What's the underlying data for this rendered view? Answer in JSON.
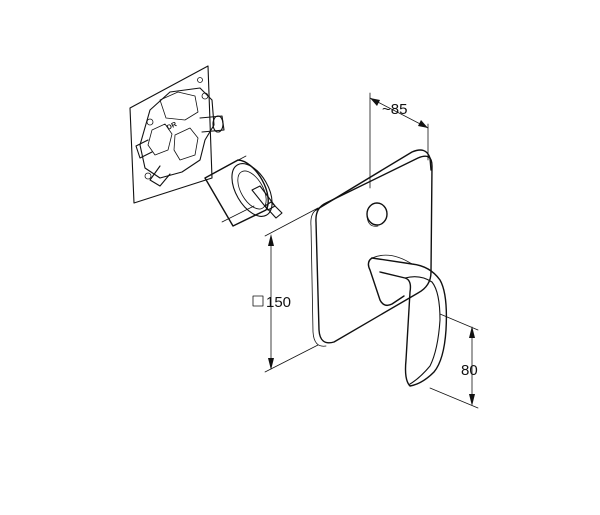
{
  "dimensions": {
    "depth": "~85",
    "plate_size": "150",
    "plate_size_symbol": "square",
    "lever_height": "80"
  },
  "rough_in_body": {
    "marking": "DR"
  }
}
